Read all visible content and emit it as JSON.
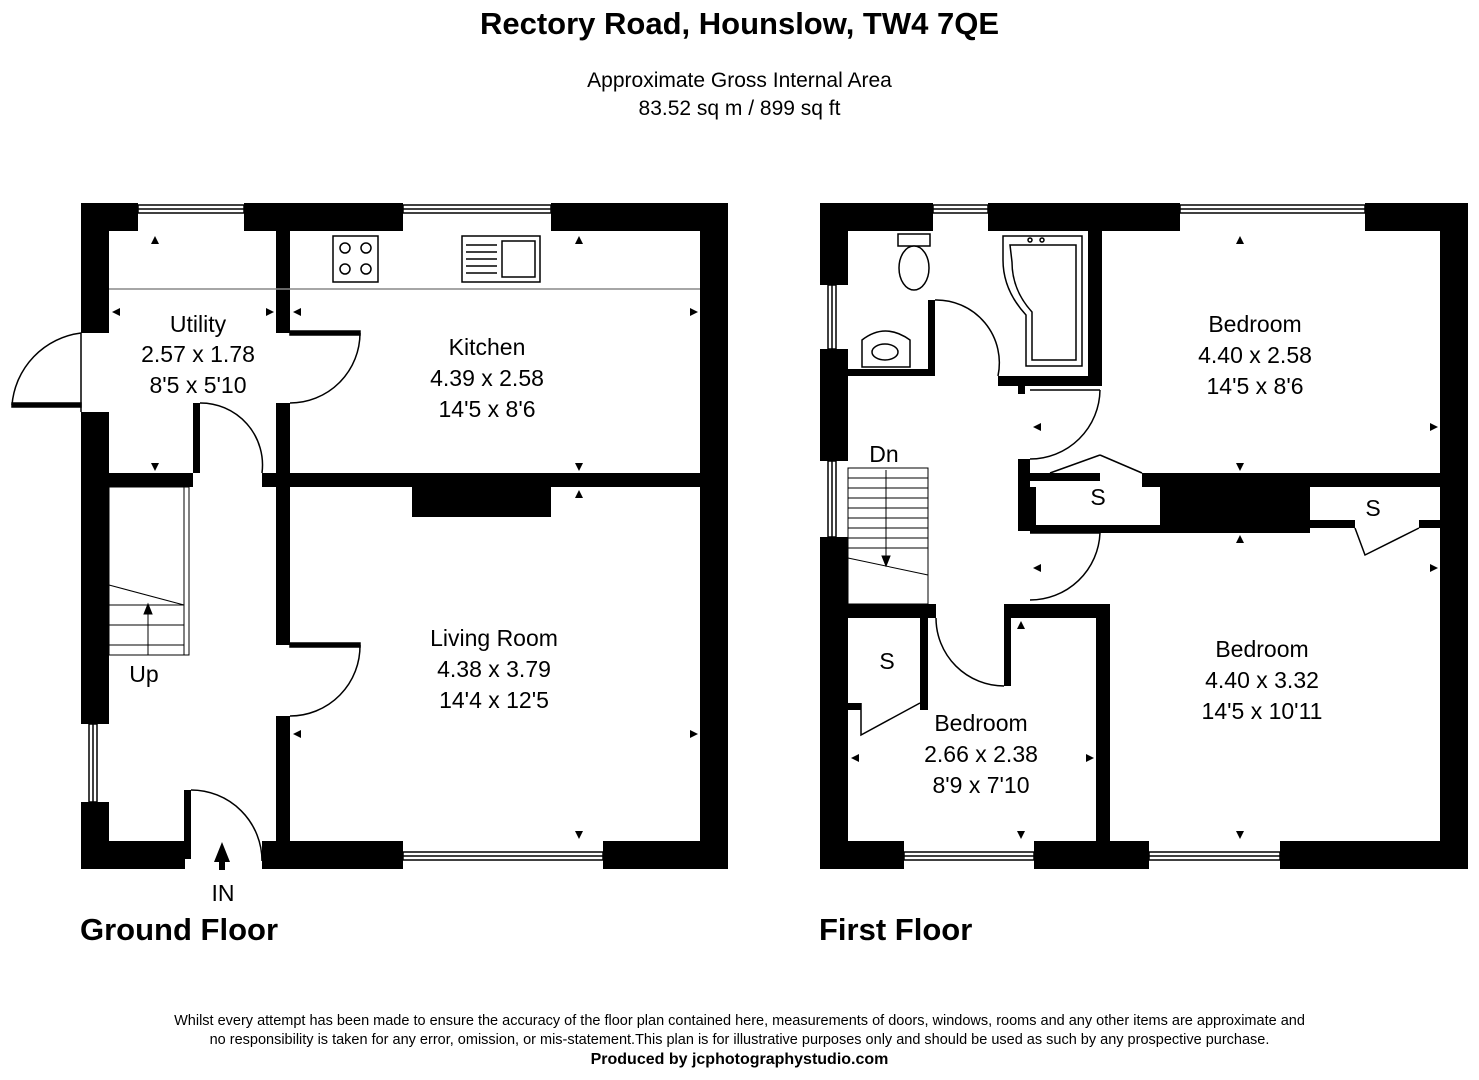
{
  "header": {
    "title": "Rectory Road, Hounslow, TW4 7QE",
    "area_heading": "Approximate Gross Internal Area",
    "area_value": "83.52 sq m / 899 sq ft"
  },
  "ground_floor": {
    "label": "Ground Floor",
    "rooms": [
      {
        "name": "Utility",
        "metric": "2.57 x 1.78",
        "imperial": "8'5 x 5'10"
      },
      {
        "name": "Kitchen",
        "metric": "4.39 x 2.58",
        "imperial": "14'5 x 8'6"
      },
      {
        "name": "Living Room",
        "metric": "4.38 x 3.79",
        "imperial": "14'4 x 12'5"
      }
    ],
    "stairs_label": "Up",
    "entrance_label": "IN"
  },
  "first_floor": {
    "label": "First Floor",
    "rooms": [
      {
        "name": "Bedroom",
        "metric": "4.40 x 2.58",
        "imperial": "14'5 x 8'6"
      },
      {
        "name": "Bedroom",
        "metric": "4.40 x 3.32",
        "imperial": "14'5 x 10'11"
      },
      {
        "name": "Bedroom",
        "metric": "2.66 x 2.38",
        "imperial": "8'9 x 7'10"
      }
    ],
    "stairs_label": "Dn",
    "storage_label": "S"
  },
  "footer": {
    "disclaimer_line1": "Whilst every attempt has been made to ensure the accuracy of the floor plan contained here, measurements of doors, windows, rooms and any other items are approximate and",
    "disclaimer_line2": "no responsibility is taken for any error, omission, or mis-statement.This plan is for illustrative purposes only and should be used as such by any prospective purchase.",
    "credit": "Produced by jcphotographystudio.com"
  }
}
